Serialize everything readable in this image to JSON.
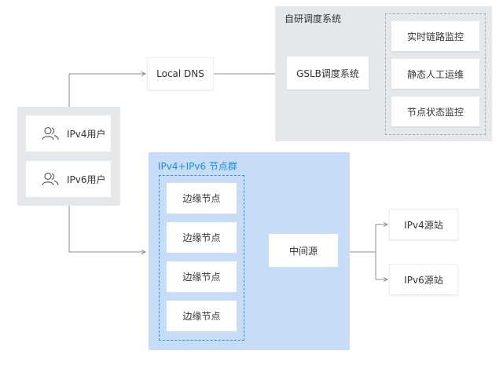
{
  "gslb_panel": {
    "title": "自研调度系统",
    "system_label": "GSLB调度系统",
    "modules": [
      "实时链路监控",
      "静态人工运维",
      "节点状态监控"
    ]
  },
  "local_dns": {
    "label": "Local DNS"
  },
  "users": [
    {
      "label": "IPv4用户",
      "icon": "users-icon"
    },
    {
      "label": "IPv6用户",
      "icon": "users-icon"
    }
  ],
  "node_cluster": {
    "title": "IPv4+IPv6 节点群",
    "edge_nodes": [
      "边缘节点",
      "边缘节点",
      "边缘节点",
      "边缘节点"
    ],
    "middle_source": "中间源"
  },
  "origins": [
    "IPv4源站",
    "IPv6源站"
  ],
  "colors": {
    "grey_panel": "#e6e7ea",
    "blue_panel": "#c6dcf7",
    "blue_accent": "#1e8be0",
    "connector": "#8c8c8c"
  }
}
